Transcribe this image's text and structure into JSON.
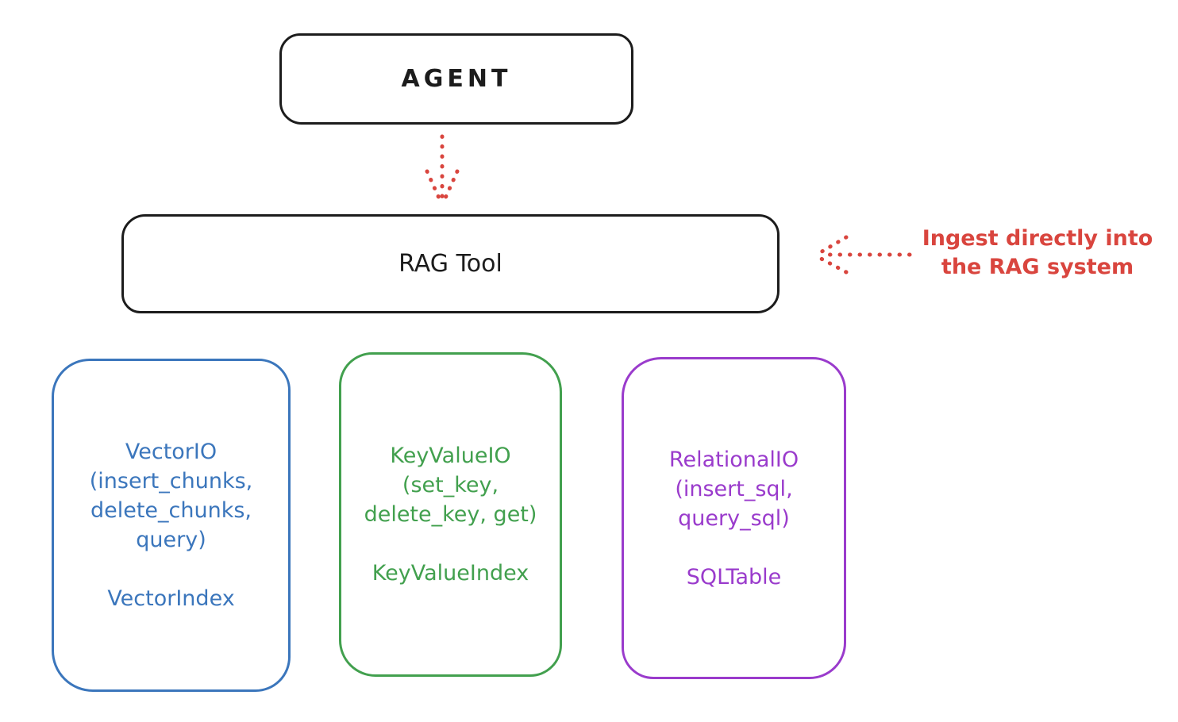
{
  "diagram": {
    "title_implicit": "RAG Tool architecture",
    "agent": {
      "label": "AGENT"
    },
    "rag_tool": {
      "label": "RAG Tool"
    },
    "annotation": {
      "line1": "Ingest directly into",
      "line2": "the RAG system",
      "color": "#d9453e"
    },
    "arrows": [
      {
        "name": "agent-to-ragtool",
        "style": "dotted",
        "color": "#d9453e",
        "direction": "down"
      },
      {
        "name": "annotation-to-ragtool",
        "style": "dotted",
        "color": "#d9453e",
        "direction": "left"
      }
    ],
    "backends": [
      {
        "name": "vector-io",
        "color": "#3b76bc",
        "lines": [
          "VectorIO",
          "(insert_chunks,",
          "delete_chunks,",
          "query)"
        ],
        "index_label": "VectorIndex"
      },
      {
        "name": "keyvalue-io",
        "color": "#42a04e",
        "lines": [
          "KeyValueIO",
          "(set_key,",
          "delete_key, get)"
        ],
        "index_label": "KeyValueIndex"
      },
      {
        "name": "relational-io",
        "color": "#9a3bcc",
        "lines": [
          "RelationalIO",
          "(insert_sql,",
          "query_sql)"
        ],
        "index_label": "SQLTable"
      }
    ],
    "colors": {
      "outline": "#1c1c1c",
      "red": "#d9453e",
      "blue": "#3b76bc",
      "green": "#42a04e",
      "purple": "#9a3bcc",
      "background": "#ffffff"
    }
  }
}
